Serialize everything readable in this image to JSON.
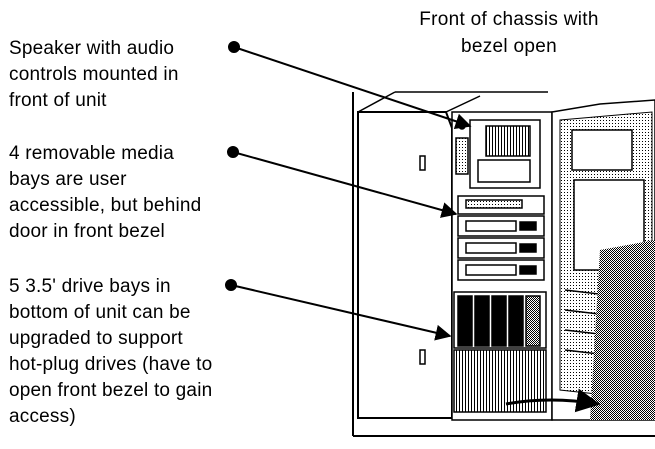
{
  "caption": {
    "lines": [
      "Front of chassis with",
      "bezel open"
    ]
  },
  "callouts": [
    {
      "lines": [
        "Speaker with audio",
        "controls mounted in",
        "front of unit"
      ]
    },
    {
      "lines": [
        "4 removable media",
        "bays are user",
        "accessible, but behind",
        "door in front bezel"
      ]
    },
    {
      "lines": [
        "5 3.5' drive bays in",
        "bottom of unit can be",
        "upgraded to support",
        "hot-plug drives (have to",
        "open front bezel to gain",
        "access)"
      ]
    }
  ]
}
